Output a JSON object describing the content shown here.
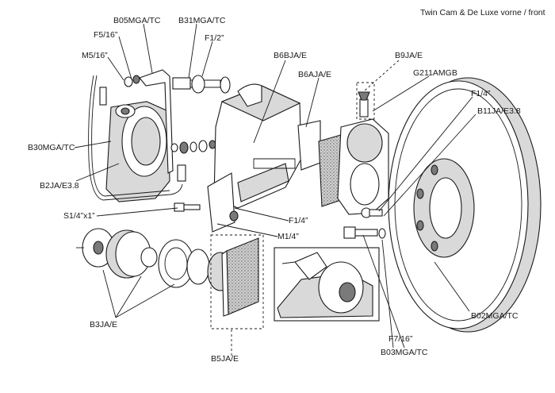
{
  "header": {
    "title": "Twin Cam & De Luxe vorne / front"
  },
  "labels": {
    "b05mga_tc": "B05MGA/TC",
    "b31mga_tc": "B31MGA/TC",
    "f5_16": "F5/16”",
    "f1_2": "F1/2”",
    "m5_16": "M5/16”",
    "b6bja_e": "B6BJA/E",
    "b6aja_e": "B6AJA/E",
    "b9ja_e": "B9JA/E",
    "g211amgb": "G211AMGB",
    "f1_4_right": "F1/4”",
    "b11ja_e3_8": "B11JA/E3.8",
    "b30mga_tc": "B30MGA/TC",
    "b2ja_e3_8": "B2JA/E3.8",
    "s1_4x1": "S1/4”x1”",
    "f1_4_center": "F1/4”",
    "m1_4": "M1/4”",
    "b3ja_e": "B3JA/E",
    "b5ja_e": "B5JA/E",
    "f7_16": "F7/16”",
    "b03mga_tc": "B03MGA/TC",
    "b02mga_tc": "B02MGA/TC"
  }
}
